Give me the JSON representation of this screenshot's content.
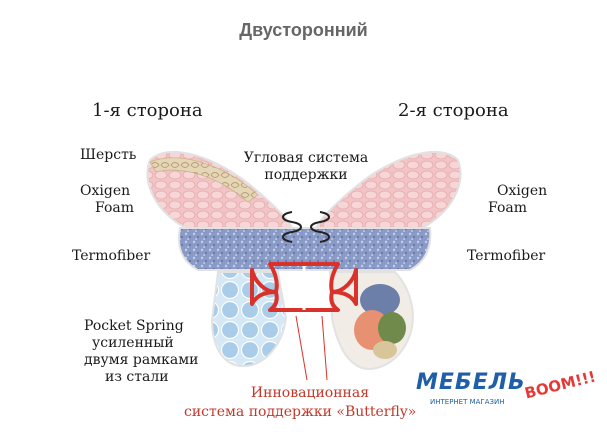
{
  "title": "Двусторонний",
  "sides": {
    "left": "1-я сторона",
    "right": "2-я сторона"
  },
  "labels": {
    "wool": "Шерсть",
    "foam_left_1": "Oxigen",
    "foam_left_2": "Foam",
    "foam_right_1": "Oxigen",
    "foam_right_2": "Foam",
    "termofiber_left": "Termofiber",
    "termofiber_right": "Termofiber",
    "corner_1": "Угловая система",
    "corner_2": "поддержки",
    "pocket_1": "Pocket Spring",
    "pocket_2": "усиленный",
    "pocket_3": "двумя рамками",
    "pocket_4": "из стали",
    "innov_1": "Инновационная",
    "innov_2": "система поддержки «Butterfly»"
  },
  "logo": {
    "main": "МЕБЕЛЬ",
    "sub": "ИНТЕРНЕТ МАГАЗИН",
    "boom": "BOOM!!!"
  },
  "colors": {
    "foam_pink": "#f2c4c6",
    "termofiber_blue": "#8a9ac7",
    "spring_blue": "#a9cde9",
    "frame_red": "#d9322a",
    "wool_beige": "#e6d6b8",
    "title_gray": "#666666"
  }
}
